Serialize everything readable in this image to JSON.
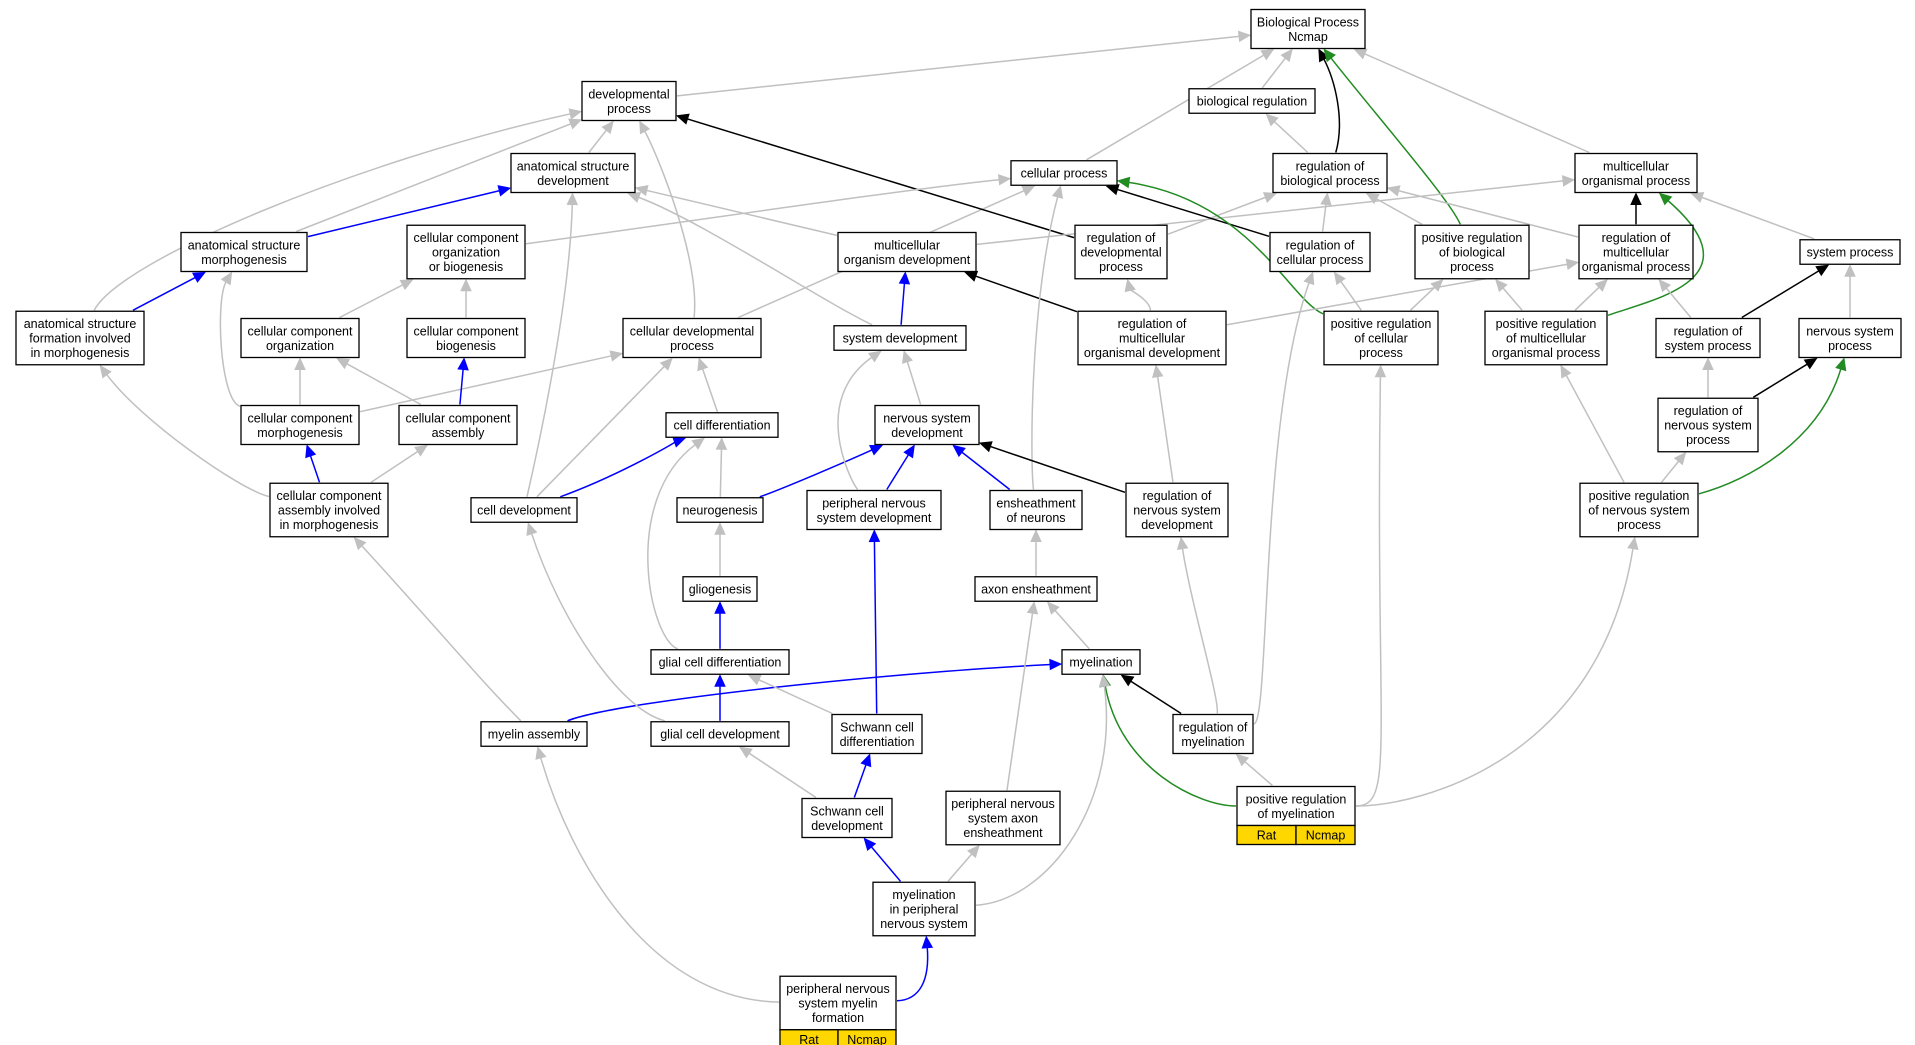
{
  "colors": {
    "is_a": "#c0c0c0",
    "part_of": "#0000ff",
    "regulates": "#000000",
    "positively_regulates": "#228b22",
    "species_bg": "#ffd700"
  },
  "nodes": [
    {
      "id": "bp",
      "lines": [
        "Biological Process",
        "Ncmap"
      ]
    },
    {
      "id": "dev",
      "lines": [
        "developmental",
        "process"
      ]
    },
    {
      "id": "breg",
      "lines": [
        "biological regulation"
      ]
    },
    {
      "id": "asd",
      "lines": [
        "anatomical structure",
        "development"
      ]
    },
    {
      "id": "cp",
      "lines": [
        "cellular process"
      ]
    },
    {
      "id": "rbp",
      "lines": [
        "regulation of",
        "biological process"
      ]
    },
    {
      "id": "mop",
      "lines": [
        "multicellular",
        "organismal process"
      ]
    },
    {
      "id": "asm",
      "lines": [
        "anatomical structure",
        "morphogenesis"
      ]
    },
    {
      "id": "ccob",
      "lines": [
        "cellular component",
        "organization",
        "or biogenesis"
      ]
    },
    {
      "id": "mod",
      "lines": [
        "multicellular",
        "organism development"
      ]
    },
    {
      "id": "rdp",
      "lines": [
        "regulation of",
        "developmental",
        "process"
      ]
    },
    {
      "id": "rcp",
      "lines": [
        "regulation of",
        "cellular process"
      ]
    },
    {
      "id": "prbp",
      "lines": [
        "positive regulation",
        "of biological",
        "process"
      ]
    },
    {
      "id": "rmop",
      "lines": [
        "regulation of",
        "multicellular",
        "organismal process"
      ]
    },
    {
      "id": "sysp",
      "lines": [
        "system process"
      ]
    },
    {
      "id": "asfim",
      "lines": [
        "anatomical structure",
        "formation involved",
        "in morphogenesis"
      ]
    },
    {
      "id": "cco",
      "lines": [
        "cellular component",
        "organization"
      ]
    },
    {
      "id": "ccb",
      "lines": [
        "cellular component",
        "biogenesis"
      ]
    },
    {
      "id": "cdp",
      "lines": [
        "cellular developmental",
        "process"
      ]
    },
    {
      "id": "sd",
      "lines": [
        "system development"
      ]
    },
    {
      "id": "rmod",
      "lines": [
        "regulation of",
        "multicellular",
        "organismal development"
      ]
    },
    {
      "id": "prcp",
      "lines": [
        "positive regulation",
        "of cellular",
        "process"
      ]
    },
    {
      "id": "prmop",
      "lines": [
        "positive regulation",
        "of multicellular",
        "organismal process"
      ]
    },
    {
      "id": "rsp",
      "lines": [
        "regulation of",
        "system process"
      ]
    },
    {
      "id": "nsp",
      "lines": [
        "nervous system",
        "process"
      ]
    },
    {
      "id": "ccm",
      "lines": [
        "cellular component",
        "morphogenesis"
      ]
    },
    {
      "id": "cca",
      "lines": [
        "cellular component",
        "assembly"
      ]
    },
    {
      "id": "cdiff",
      "lines": [
        "cell differentiation"
      ]
    },
    {
      "id": "nsd",
      "lines": [
        "nervous system",
        "development"
      ]
    },
    {
      "id": "rnsp",
      "lines": [
        "regulation of",
        "nervous system",
        "process"
      ]
    },
    {
      "id": "ccaim",
      "lines": [
        "cellular component",
        "assembly involved",
        "in morphogenesis"
      ]
    },
    {
      "id": "celldev",
      "lines": [
        "cell development"
      ]
    },
    {
      "id": "neuro",
      "lines": [
        "neurogenesis"
      ]
    },
    {
      "id": "pnsd",
      "lines": [
        "peripheral nervous",
        "system development"
      ]
    },
    {
      "id": "eon",
      "lines": [
        "ensheathment",
        "of neurons"
      ]
    },
    {
      "id": "rnsd",
      "lines": [
        "regulation of",
        "nervous system",
        "development"
      ]
    },
    {
      "id": "prnsp",
      "lines": [
        "positive regulation",
        "of nervous system",
        "process"
      ]
    },
    {
      "id": "glio",
      "lines": [
        "gliogenesis"
      ]
    },
    {
      "id": "axe",
      "lines": [
        "axon ensheathment"
      ]
    },
    {
      "id": "gcdiff",
      "lines": [
        "glial cell differentiation"
      ]
    },
    {
      "id": "myel",
      "lines": [
        "myelination"
      ]
    },
    {
      "id": "mya",
      "lines": [
        "myelin assembly"
      ]
    },
    {
      "id": "gcdev",
      "lines": [
        "glial cell development"
      ]
    },
    {
      "id": "scdiff",
      "lines": [
        "Schwann cell",
        "differentiation"
      ]
    },
    {
      "id": "rmyel",
      "lines": [
        "regulation of",
        "myelination"
      ]
    },
    {
      "id": "prmyel",
      "lines": [
        "positive regulation",
        "of myelination"
      ],
      "species": [
        "Rat",
        "Ncmap"
      ]
    },
    {
      "id": "scdev",
      "lines": [
        "Schwann cell",
        "development"
      ]
    },
    {
      "id": "pnsae",
      "lines": [
        "peripheral nervous",
        "system axon",
        "ensheathment"
      ]
    },
    {
      "id": "mpns",
      "lines": [
        "myelination",
        "in peripheral",
        "nervous system"
      ]
    },
    {
      "id": "pnsmf",
      "lines": [
        "peripheral nervous",
        "system myelin",
        "formation"
      ],
      "species": [
        "Rat",
        "Ncmap"
      ]
    }
  ],
  "edges": [
    {
      "from": "dev",
      "to": "bp",
      "type": "is_a"
    },
    {
      "from": "breg",
      "to": "bp",
      "type": "is_a"
    },
    {
      "from": "cp",
      "to": "bp",
      "type": "is_a"
    },
    {
      "from": "rbp",
      "to": "breg",
      "type": "is_a"
    },
    {
      "from": "rbp",
      "to": "bp",
      "type": "regulates"
    },
    {
      "from": "prbp",
      "to": "bp",
      "type": "positively_regulates"
    },
    {
      "from": "mop",
      "to": "bp",
      "type": "is_a"
    },
    {
      "from": "asd",
      "to": "dev",
      "type": "is_a"
    },
    {
      "from": "asm",
      "to": "dev",
      "type": "is_a"
    },
    {
      "from": "asm",
      "to": "asd",
      "type": "part_of"
    },
    {
      "from": "asfim",
      "to": "dev",
      "type": "is_a"
    },
    {
      "from": "asfim",
      "to": "asm",
      "type": "part_of"
    },
    {
      "from": "cdp",
      "to": "dev",
      "type": "is_a"
    },
    {
      "from": "cdp",
      "to": "cp",
      "type": "is_a"
    },
    {
      "from": "rdp",
      "to": "dev",
      "type": "regulates"
    },
    {
      "from": "mod",
      "to": "asd",
      "type": "is_a"
    },
    {
      "from": "mod",
      "to": "mop",
      "type": "is_a"
    },
    {
      "from": "sd",
      "to": "asd",
      "type": "is_a"
    },
    {
      "from": "sd",
      "to": "mod",
      "type": "part_of"
    },
    {
      "from": "ccob",
      "to": "cp",
      "type": "is_a"
    },
    {
      "from": "cco",
      "to": "ccob",
      "type": "is_a"
    },
    {
      "from": "ccb",
      "to": "ccob",
      "type": "is_a"
    },
    {
      "from": "ccm",
      "to": "asm",
      "type": "is_a"
    },
    {
      "from": "ccm",
      "to": "cco",
      "type": "is_a"
    },
    {
      "from": "ccm",
      "to": "cdp",
      "type": "is_a"
    },
    {
      "from": "cca",
      "to": "cco",
      "type": "is_a"
    },
    {
      "from": "cca",
      "to": "ccb",
      "type": "part_of"
    },
    {
      "from": "ccaim",
      "to": "asfim",
      "type": "is_a"
    },
    {
      "from": "ccaim",
      "to": "cca",
      "type": "is_a"
    },
    {
      "from": "ccaim",
      "to": "ccm",
      "type": "part_of"
    },
    {
      "from": "rdp",
      "to": "rbp",
      "type": "is_a"
    },
    {
      "from": "rcp",
      "to": "rbp",
      "type": "is_a"
    },
    {
      "from": "rcp",
      "to": "cp",
      "type": "regulates"
    },
    {
      "from": "prbp",
      "to": "rbp",
      "type": "is_a"
    },
    {
      "from": "prcp",
      "to": "rcp",
      "type": "is_a"
    },
    {
      "from": "prcp",
      "to": "prbp",
      "type": "is_a"
    },
    {
      "from": "prcp",
      "to": "cp",
      "type": "positively_regulates"
    },
    {
      "from": "rmop",
      "to": "rbp",
      "type": "is_a"
    },
    {
      "from": "rmop",
      "to": "mop",
      "type": "regulates"
    },
    {
      "from": "prmop",
      "to": "rmop",
      "type": "is_a"
    },
    {
      "from": "prmop",
      "to": "prbp",
      "type": "is_a"
    },
    {
      "from": "prmop",
      "to": "mop",
      "type": "positively_regulates"
    },
    {
      "from": "sysp",
      "to": "mop",
      "type": "is_a"
    },
    {
      "from": "rmod",
      "to": "rdp",
      "type": "is_a"
    },
    {
      "from": "rmod",
      "to": "rmop",
      "type": "is_a"
    },
    {
      "from": "rmod",
      "to": "mod",
      "type": "regulates"
    },
    {
      "from": "rsp",
      "to": "rmop",
      "type": "is_a"
    },
    {
      "from": "rsp",
      "to": "sysp",
      "type": "regulates"
    },
    {
      "from": "nsp",
      "to": "sysp",
      "type": "is_a"
    },
    {
      "from": "rnsp",
      "to": "rsp",
      "type": "is_a"
    },
    {
      "from": "rnsp",
      "to": "nsp",
      "type": "regulates"
    },
    {
      "from": "prnsp",
      "to": "rnsp",
      "type": "is_a"
    },
    {
      "from": "prnsp",
      "to": "prmop",
      "type": "is_a"
    },
    {
      "from": "prnsp",
      "to": "nsp",
      "type": "positively_regulates"
    },
    {
      "from": "cdiff",
      "to": "cdp",
      "type": "is_a"
    },
    {
      "from": "nsd",
      "to": "sd",
      "type": "is_a"
    },
    {
      "from": "celldev",
      "to": "asd",
      "type": "is_a"
    },
    {
      "from": "celldev",
      "to": "cdp",
      "type": "is_a"
    },
    {
      "from": "celldev",
      "to": "cdiff",
      "type": "part_of"
    },
    {
      "from": "neuro",
      "to": "cdiff",
      "type": "is_a"
    },
    {
      "from": "neuro",
      "to": "nsd",
      "type": "part_of"
    },
    {
      "from": "pnsd",
      "to": "sd",
      "type": "is_a"
    },
    {
      "from": "pnsd",
      "to": "nsd",
      "type": "part_of"
    },
    {
      "from": "eon",
      "to": "cp",
      "type": "is_a"
    },
    {
      "from": "eon",
      "to": "nsd",
      "type": "part_of"
    },
    {
      "from": "rnsd",
      "to": "rmod",
      "type": "is_a"
    },
    {
      "from": "rnsd",
      "to": "nsd",
      "type": "regulates"
    },
    {
      "from": "glio",
      "to": "neuro",
      "type": "is_a"
    },
    {
      "from": "axe",
      "to": "eon",
      "type": "is_a"
    },
    {
      "from": "gcdiff",
      "to": "cdiff",
      "type": "is_a"
    },
    {
      "from": "gcdiff",
      "to": "glio",
      "type": "part_of"
    },
    {
      "from": "myel",
      "to": "axe",
      "type": "is_a"
    },
    {
      "from": "mya",
      "to": "ccaim",
      "type": "is_a"
    },
    {
      "from": "mya",
      "to": "myel",
      "type": "part_of"
    },
    {
      "from": "gcdev",
      "to": "celldev",
      "type": "is_a"
    },
    {
      "from": "gcdev",
      "to": "gcdiff",
      "type": "part_of"
    },
    {
      "from": "scdiff",
      "to": "gcdiff",
      "type": "is_a"
    },
    {
      "from": "scdiff",
      "to": "pnsd",
      "type": "part_of"
    },
    {
      "from": "rmyel",
      "to": "rnsd",
      "type": "is_a"
    },
    {
      "from": "rmyel",
      "to": "rcp",
      "type": "is_a"
    },
    {
      "from": "rmyel",
      "to": "myel",
      "type": "regulates"
    },
    {
      "from": "prmyel",
      "to": "rmyel",
      "type": "is_a"
    },
    {
      "from": "prmyel",
      "to": "prcp",
      "type": "is_a"
    },
    {
      "from": "prmyel",
      "to": "prnsp",
      "type": "is_a"
    },
    {
      "from": "prmyel",
      "to": "myel",
      "type": "positively_regulates"
    },
    {
      "from": "scdev",
      "to": "gcdev",
      "type": "is_a"
    },
    {
      "from": "scdev",
      "to": "scdiff",
      "type": "part_of"
    },
    {
      "from": "pnsae",
      "to": "axe",
      "type": "is_a"
    },
    {
      "from": "mpns",
      "to": "myel",
      "type": "is_a"
    },
    {
      "from": "mpns",
      "to": "pnsae",
      "type": "is_a"
    },
    {
      "from": "mpns",
      "to": "scdev",
      "type": "part_of"
    },
    {
      "from": "pnsmf",
      "to": "mya",
      "type": "is_a"
    },
    {
      "from": "pnsmf",
      "to": "mpns",
      "type": "part_of"
    }
  ]
}
